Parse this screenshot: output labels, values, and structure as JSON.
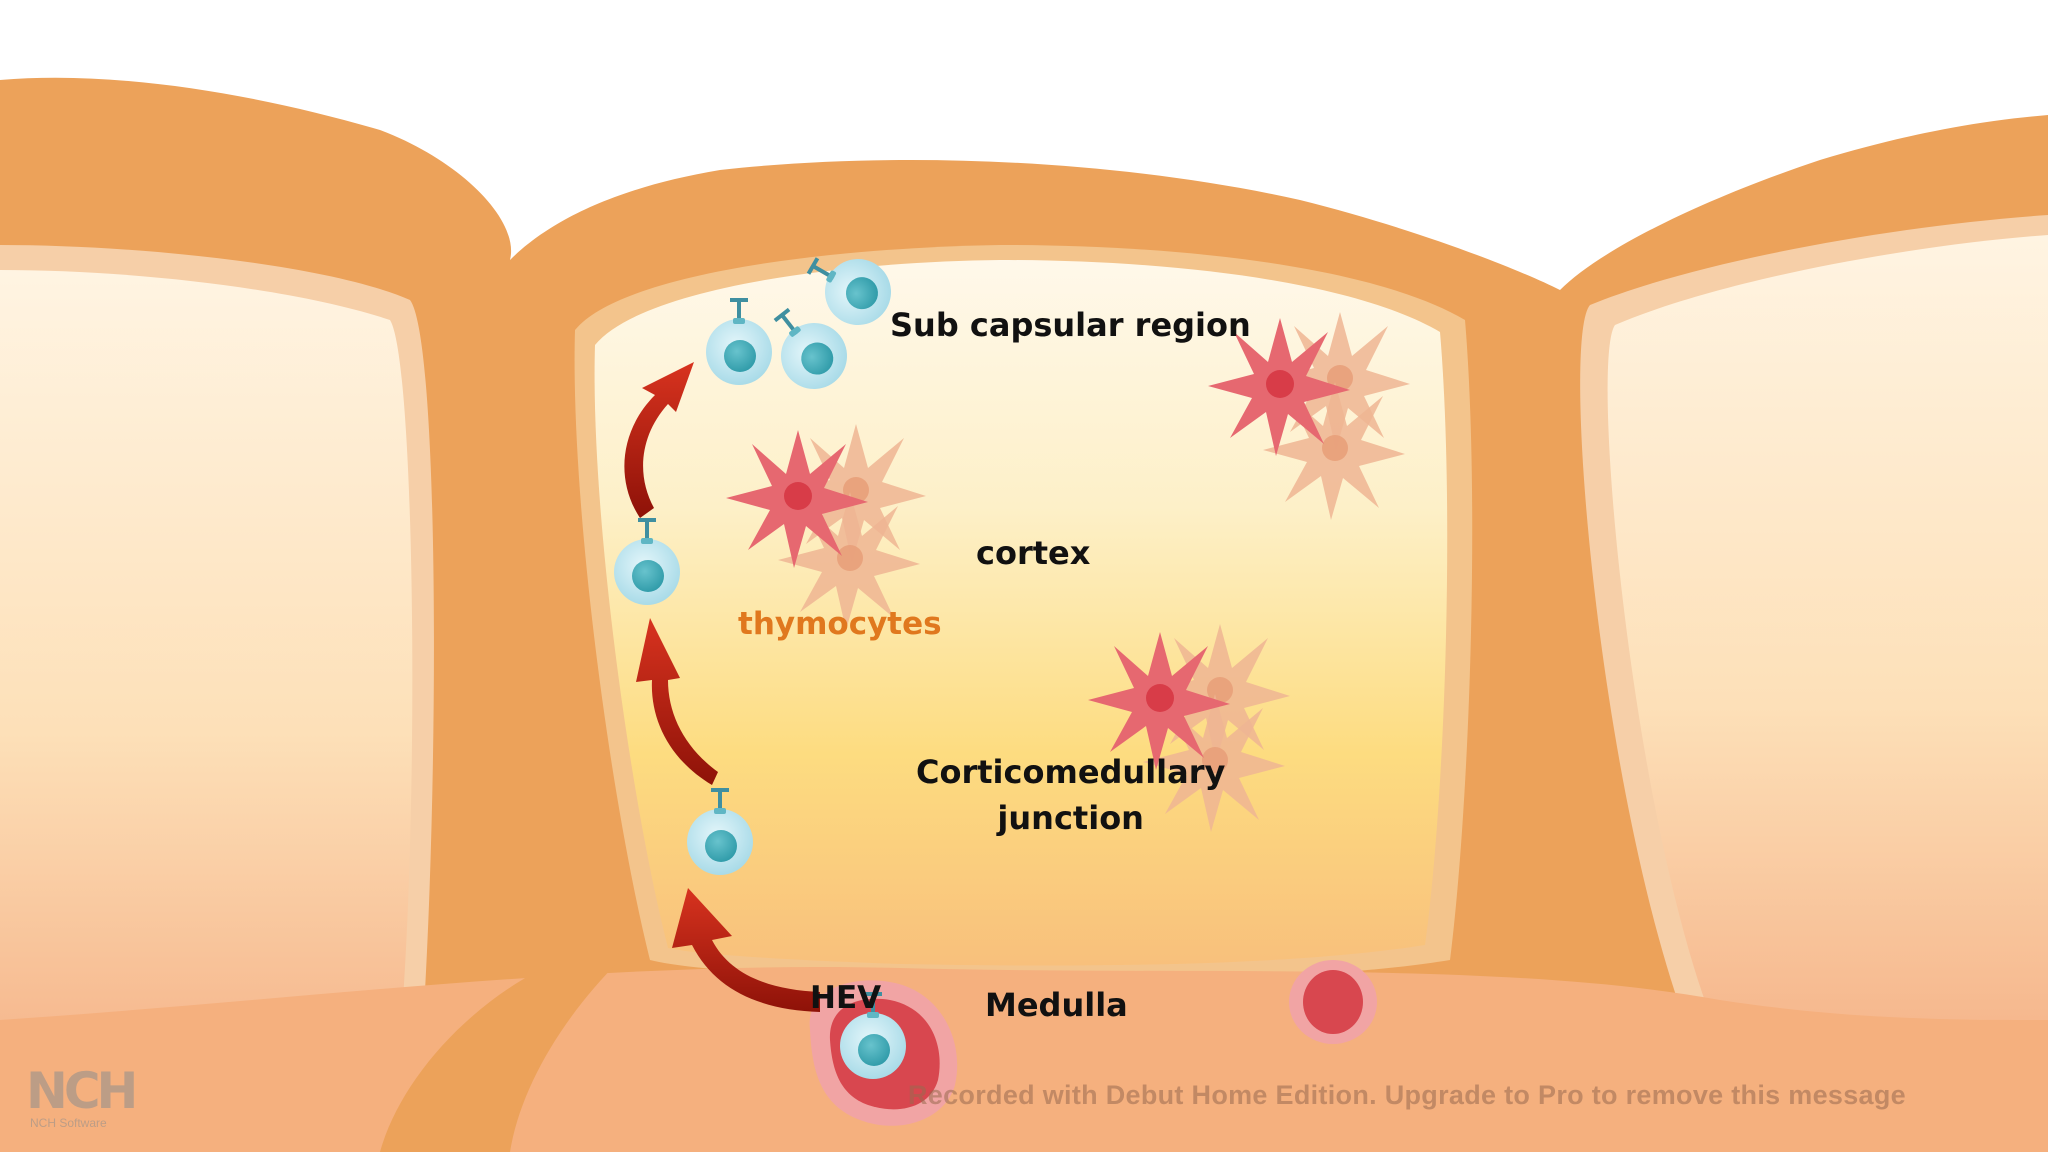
{
  "labels": {
    "subcapsular": "Sub capsular region",
    "cortex": "cortex",
    "thymocytes": "thymocytes",
    "cmj_line1": "Corticomedullary",
    "cmj_line2": "junction",
    "hev": "HEV",
    "medulla": "Medulla"
  },
  "watermark": "Recorded with Debut Home Edition. Upgrade to Pro to remove this message",
  "logo": {
    "mark": "NCH",
    "sub": "NCH Software"
  },
  "colors": {
    "capsule": "#eca25a",
    "lobule_top": "#fff6e6",
    "lobule_mid": "#fde49c",
    "lobule_bottom": "#f6b27a",
    "thymocyte": "#bfe6f0",
    "thymocyte_nucleus": "#3ea9b7",
    "epithelial_red": "#e3636b",
    "epithelial_peach": "#eeb08f",
    "arrow": "#b31a10"
  },
  "icons": [
    "thymocyte-cell-icon",
    "epithelial-cell-icon",
    "hev-vessel-icon",
    "migration-arrow-icon"
  ]
}
